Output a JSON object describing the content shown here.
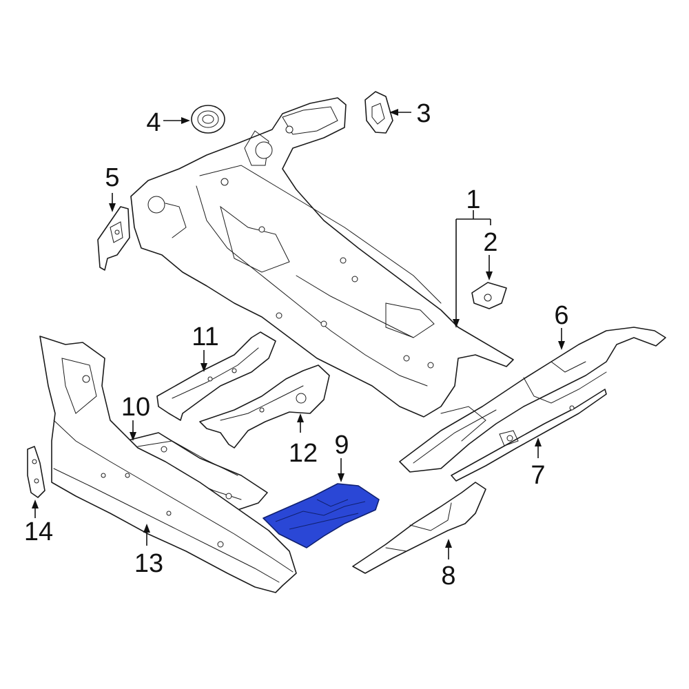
{
  "diagram": {
    "callouts": [
      {
        "id": "1",
        "label": "1"
      },
      {
        "id": "2",
        "label": "2"
      },
      {
        "id": "3",
        "label": "3"
      },
      {
        "id": "4",
        "label": "4"
      },
      {
        "id": "5",
        "label": "5"
      },
      {
        "id": "6",
        "label": "6"
      },
      {
        "id": "7",
        "label": "7"
      },
      {
        "id": "8",
        "label": "8"
      },
      {
        "id": "9",
        "label": "9"
      },
      {
        "id": "10",
        "label": "10"
      },
      {
        "id": "11",
        "label": "11"
      },
      {
        "id": "12",
        "label": "12"
      },
      {
        "id": "13",
        "label": "13"
      },
      {
        "id": "14",
        "label": "14"
      }
    ],
    "highlighted_part": "9",
    "colors": {
      "highlight": "#2a47d6",
      "line": "#1a1a1a",
      "background": "#ffffff"
    }
  }
}
